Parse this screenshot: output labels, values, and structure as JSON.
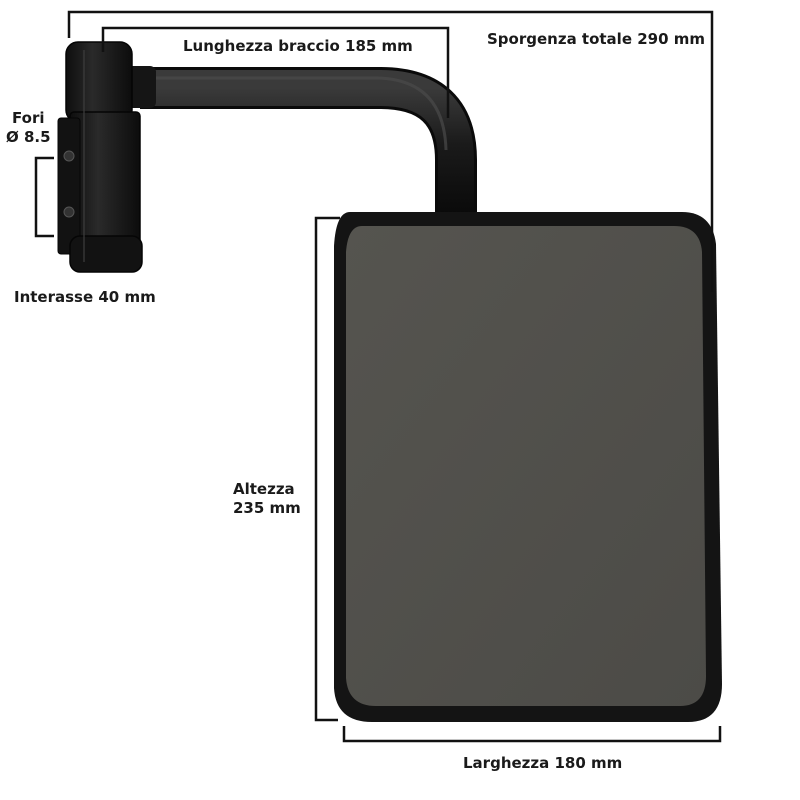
{
  "labels": {
    "fori_line1": "Fori",
    "fori_line2": "Ø 8.5",
    "arm_length": "Lunghezza braccio 185 mm",
    "total_protrusion": "Sporgenza totale 290 mm",
    "center_distance": "Interasse 40 mm",
    "height_line1": "Altezza",
    "height_line2": "235 mm",
    "width": "Larghezza 180 mm"
  },
  "colors": {
    "mirror_glass": "#504f4b",
    "frame": "#141414",
    "bracket": "#1c1c1c",
    "arm": "#181818",
    "dimension_lines": "#111111",
    "text": "#1a1a1a"
  }
}
